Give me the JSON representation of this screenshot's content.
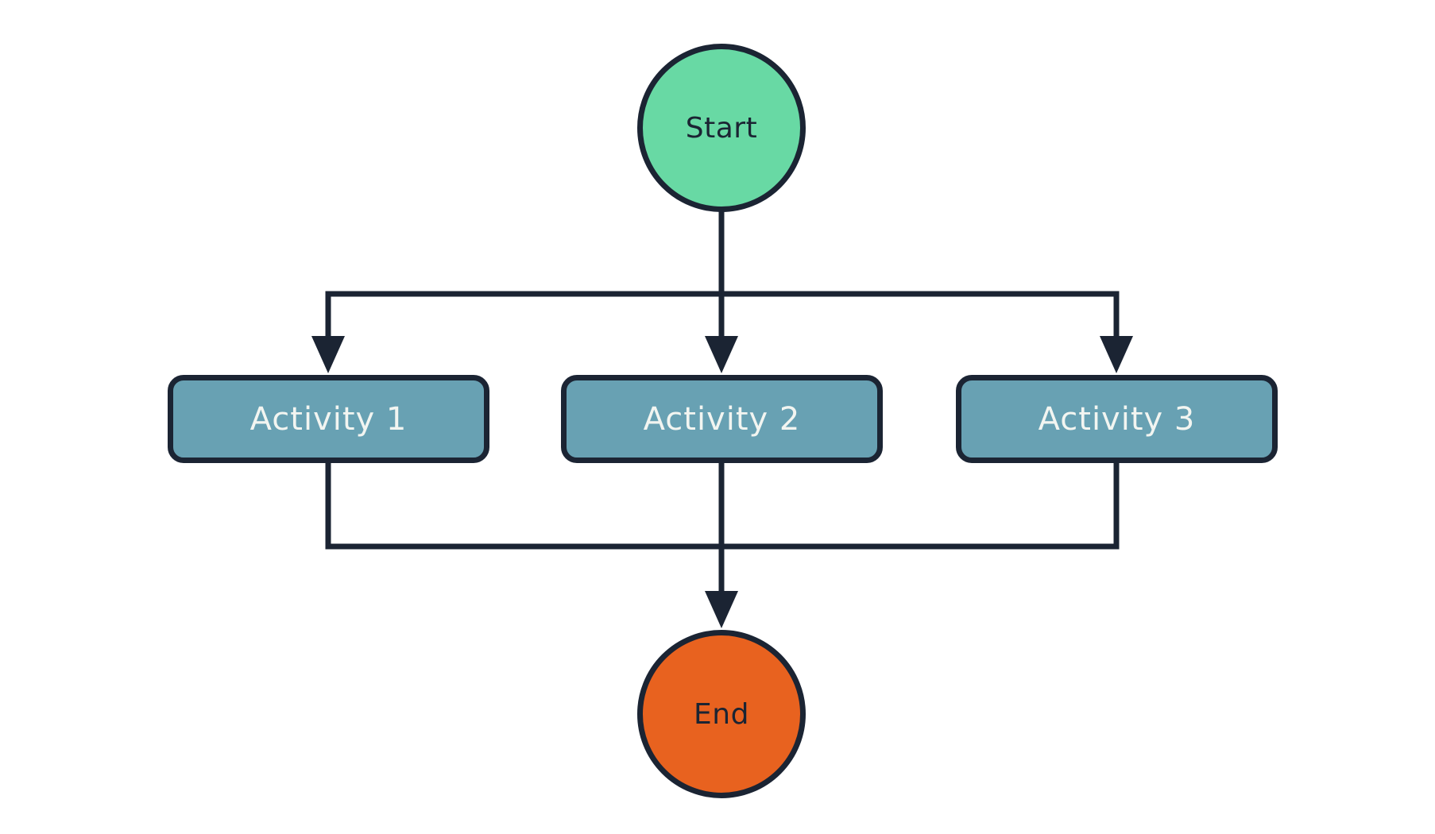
{
  "colors": {
    "background": "#ffffff",
    "outline": "#1b2433",
    "start_fill": "#68d9a4",
    "activity_fill": "#68a1b3",
    "end_fill": "#e8621f",
    "activity_text": "#f2f5f1",
    "circle_text": "#1b2433"
  },
  "diagram": {
    "type": "flowchart",
    "nodes": {
      "start": {
        "label": "Start",
        "shape": "circle"
      },
      "activity1": {
        "label": "Activity 1",
        "shape": "rounded-rect"
      },
      "activity2": {
        "label": "Activity 2",
        "shape": "rounded-rect"
      },
      "activity3": {
        "label": "Activity 3",
        "shape": "rounded-rect"
      },
      "end": {
        "label": "End",
        "shape": "circle"
      }
    },
    "edges": [
      {
        "from": "start",
        "to": "activity1",
        "arrow": true
      },
      {
        "from": "start",
        "to": "activity2",
        "arrow": true
      },
      {
        "from": "start",
        "to": "activity3",
        "arrow": true
      },
      {
        "from": "activity1",
        "to": "end",
        "arrow": true
      },
      {
        "from": "activity2",
        "to": "end",
        "arrow": true
      },
      {
        "from": "activity3",
        "to": "end",
        "arrow": true
      }
    ]
  }
}
